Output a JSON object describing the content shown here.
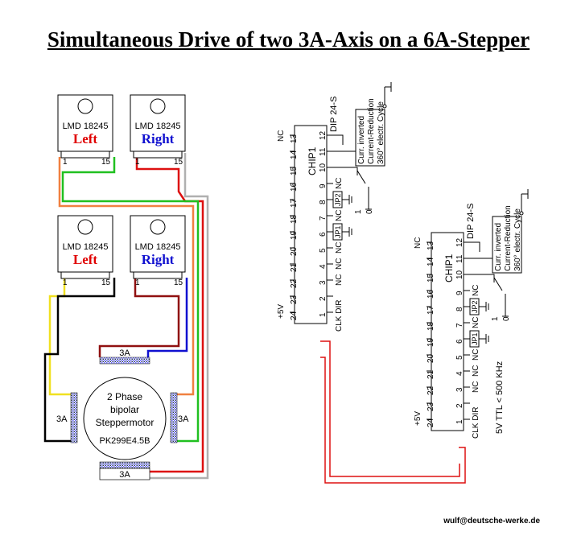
{
  "title": "Simultaneous Drive of two 3A-Axis on a 6A-Stepper",
  "credit": "wulf@deutsche-werke.de",
  "colors": {
    "left_label": "#e00000",
    "right_label": "#1010d0",
    "wire_red": "#dd1010",
    "wire_green": "#20c020",
    "wire_orange": "#f08040",
    "wire_yellow": "#f0e020",
    "wire_black": "#000000",
    "wire_darkred": "#901010",
    "wire_blue": "#1010d0",
    "wire_gray": "#b0b0b0"
  },
  "drivers": {
    "top_left": {
      "part": "LMD 18245",
      "label": "Left",
      "pin_left": "1",
      "pin_right": "15"
    },
    "top_right": {
      "part": "LMD 18245",
      "label": "Right",
      "pin_left": "1",
      "pin_right": "15"
    },
    "bottom_left": {
      "part": "LMD 18245",
      "label": "Left",
      "pin_left": "1",
      "pin_right": "15"
    },
    "bottom_right": {
      "part": "LMD 18245",
      "label": "Right",
      "pin_left": "1",
      "pin_right": "15"
    }
  },
  "motor": {
    "line1": "2 Phase",
    "line2": "bipolar",
    "line3": "Steppermotor",
    "model": "PK299E4.5B",
    "coil_left": "3A",
    "coil_right": "3A",
    "coil_top": "3A",
    "coil_bottom": "3A"
  },
  "chip_a": {
    "name": "CHIP1",
    "type": "DIP 24-S",
    "pins_left": [
      "13",
      "14",
      "15",
      "16",
      "17",
      "18",
      "19",
      "20",
      "21",
      "22",
      "23",
      "24"
    ],
    "pins_right": [
      "12",
      "11",
      "10",
      "9",
      "8",
      "7",
      "6",
      "5",
      "4",
      "3",
      "2",
      "1"
    ],
    "labels_left": {
      "13": "NC",
      "24": "+5V"
    },
    "labels_right": {
      "9": "NC",
      "7": "NC",
      "5": "NC",
      "4": "NC",
      "3": "NC",
      "1": "CLK DIR"
    },
    "jumpers": [
      "JP2",
      "JP1"
    ],
    "switch_texts": [
      "Curr. inverted",
      "Current-Reduction",
      "360° electr. Cycle"
    ],
    "dip_values": [
      "1",
      "0"
    ]
  },
  "chip_b": {
    "name": "CHIP1",
    "type": "DIP 24-S",
    "pins_left": [
      "13",
      "14",
      "15",
      "16",
      "17",
      "18",
      "19",
      "20",
      "21",
      "22",
      "23",
      "24"
    ],
    "pins_right": [
      "12",
      "11",
      "10",
      "9",
      "8",
      "7",
      "6",
      "5",
      "4",
      "3",
      "2",
      "1"
    ],
    "labels_left": {
      "13": "NC",
      "24": "+5V"
    },
    "labels_right": {
      "9": "NC",
      "7": "NC",
      "5": "NC",
      "4": "NC",
      "3": "NC",
      "1": "CLK DIR"
    },
    "jumpers": [
      "JP2",
      "JP1"
    ],
    "switch_texts": [
      "Curr. inverted",
      "Current-Reduction",
      "360° electr. Cycle"
    ],
    "dip_values": [
      "1",
      "0"
    ],
    "signal_note": "5V TTL  < 500 KHz"
  }
}
